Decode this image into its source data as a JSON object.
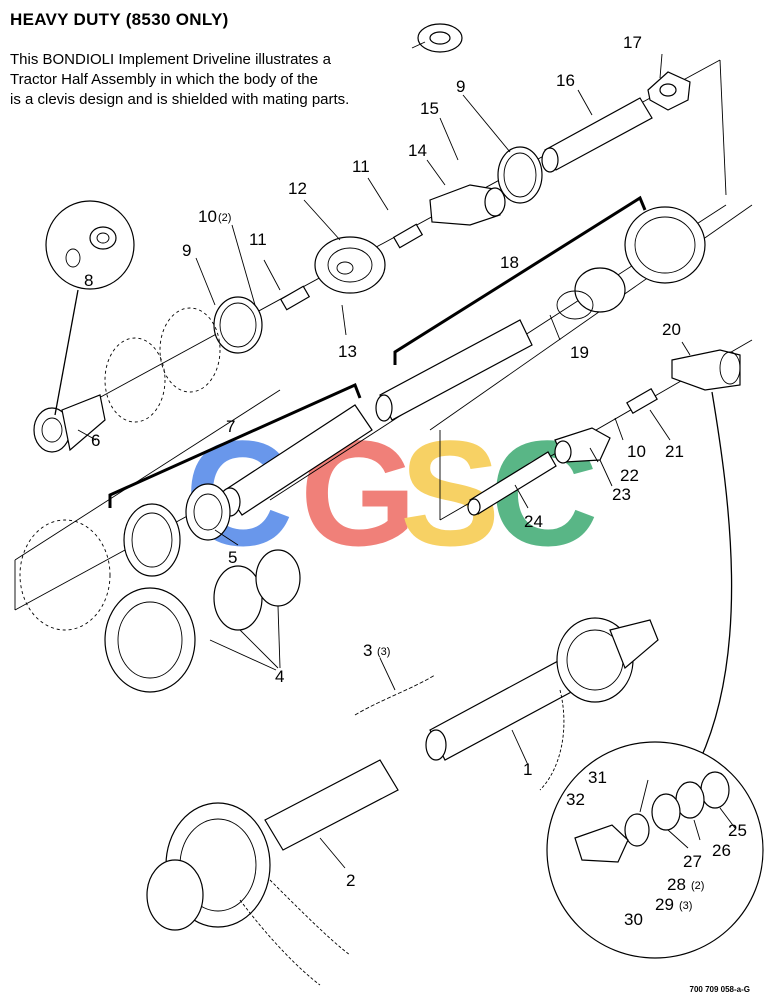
{
  "header": {
    "title": "HEAVY DUTY (8530 ONLY)",
    "description_lines": [
      "This BONDIOLI Implement Driveline illustrates a",
      "Tractor Half Assembly in which the body of the",
      "is a clevis design and is shielded with mating parts."
    ]
  },
  "watermark": {
    "letters": [
      "C",
      "G",
      "S",
      "C"
    ],
    "colors": [
      "#4f86e8",
      "#ee6b62",
      "#f6c94a",
      "#3daa72"
    ]
  },
  "callouts": [
    {
      "id": "c1",
      "num": "1",
      "qty": ""
    },
    {
      "id": "c2",
      "num": "2",
      "qty": ""
    },
    {
      "id": "c3",
      "num": "3",
      "qty": "(3)"
    },
    {
      "id": "c4",
      "num": "4",
      "qty": ""
    },
    {
      "id": "c5",
      "num": "5",
      "qty": ""
    },
    {
      "id": "c6",
      "num": "6",
      "qty": ""
    },
    {
      "id": "c7",
      "num": "7",
      "qty": ""
    },
    {
      "id": "c8",
      "num": "8",
      "qty": ""
    },
    {
      "id": "c9a",
      "num": "9",
      "qty": ""
    },
    {
      "id": "c9b",
      "num": "9",
      "qty": ""
    },
    {
      "id": "c10a",
      "num": "10",
      "qty": "(2)"
    },
    {
      "id": "c10b",
      "num": "10",
      "qty": ""
    },
    {
      "id": "c11a",
      "num": "11",
      "qty": ""
    },
    {
      "id": "c11b",
      "num": "11",
      "qty": ""
    },
    {
      "id": "c12",
      "num": "12",
      "qty": ""
    },
    {
      "id": "c13",
      "num": "13",
      "qty": ""
    },
    {
      "id": "c14",
      "num": "14",
      "qty": ""
    },
    {
      "id": "c15",
      "num": "15",
      "qty": ""
    },
    {
      "id": "c16",
      "num": "16",
      "qty": ""
    },
    {
      "id": "c17",
      "num": "17",
      "qty": ""
    },
    {
      "id": "c18",
      "num": "18",
      "qty": ""
    },
    {
      "id": "c19",
      "num": "19",
      "qty": ""
    },
    {
      "id": "c20",
      "num": "20",
      "qty": ""
    },
    {
      "id": "c21",
      "num": "21",
      "qty": ""
    },
    {
      "id": "c22",
      "num": "22",
      "qty": ""
    },
    {
      "id": "c23",
      "num": "23",
      "qty": ""
    },
    {
      "id": "c24",
      "num": "24",
      "qty": ""
    },
    {
      "id": "c25",
      "num": "25",
      "qty": ""
    },
    {
      "id": "c26",
      "num": "26",
      "qty": ""
    },
    {
      "id": "c27",
      "num": "27",
      "qty": ""
    },
    {
      "id": "c28",
      "num": "28",
      "qty": "(2)"
    },
    {
      "id": "c29",
      "num": "29",
      "qty": "(3)"
    },
    {
      "id": "c30",
      "num": "30",
      "qty": ""
    },
    {
      "id": "c31",
      "num": "31",
      "qty": ""
    },
    {
      "id": "c32",
      "num": "32",
      "qty": ""
    }
  ],
  "footer": {
    "drawing_code": "700 709 058-a-G"
  }
}
